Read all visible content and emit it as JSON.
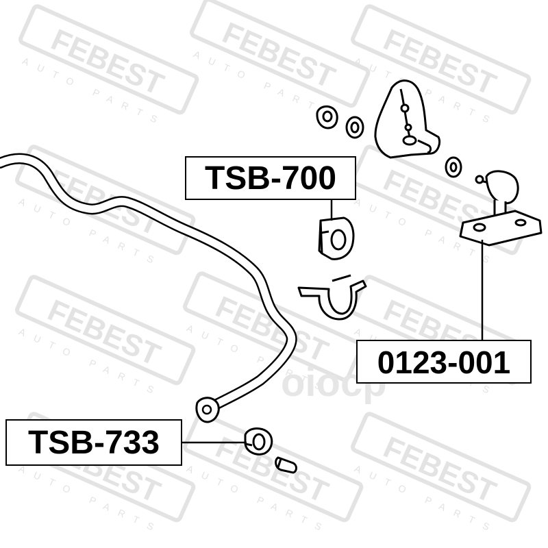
{
  "watermark": {
    "brand": "FEBEST",
    "tagline": "AUTO PARTS",
    "center_mark": "oiocp",
    "color": "#e3e3e3"
  },
  "callouts": {
    "tsb700": "TSB-700",
    "tsb733": "TSB-733",
    "part0123": "0123-001"
  },
  "colors": {
    "line": "#000000",
    "box_border": "#000000",
    "background": "#ffffff"
  }
}
